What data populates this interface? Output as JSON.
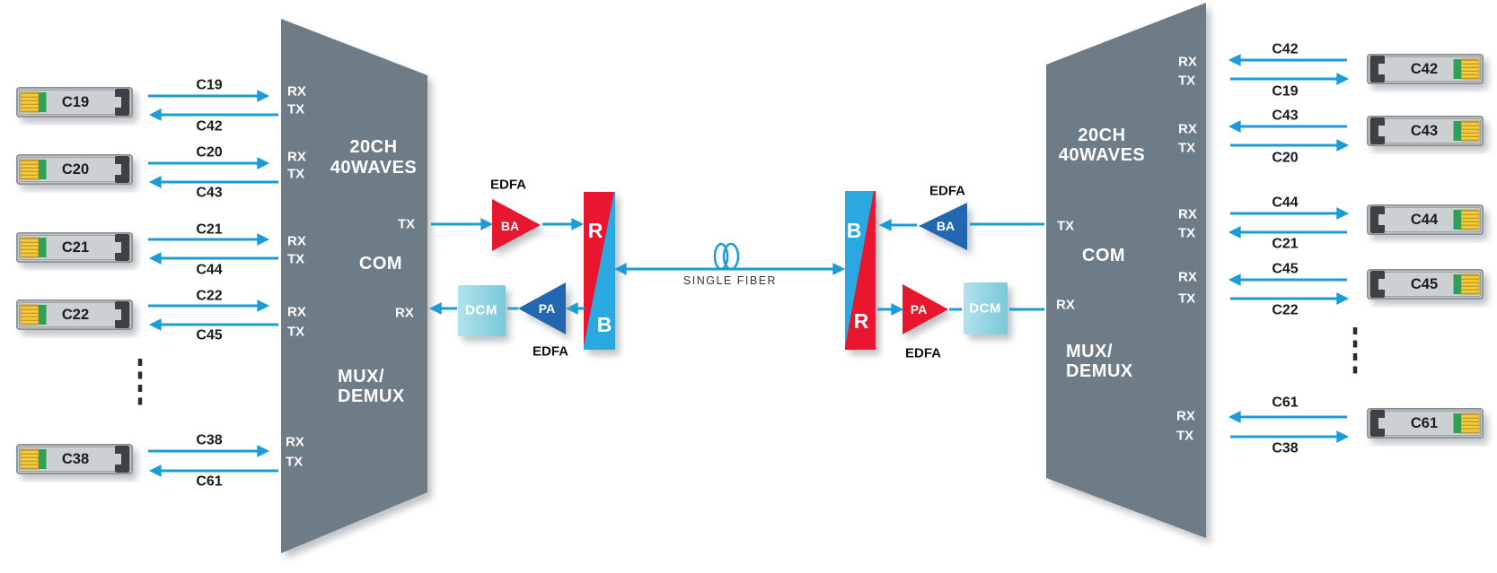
{
  "mux": {
    "capacity_line1": "20CH",
    "capacity_line2": "40WAVES",
    "com_port": "COM",
    "name_line1": "MUX/",
    "name_line2": "DEMUX"
  },
  "ports": {
    "rx": "RX",
    "tx": "TX"
  },
  "amplifier": {
    "label": "EDFA",
    "booster": "BA",
    "preamp": "PA"
  },
  "dcm_label": "DCM",
  "filter": {
    "red": "R",
    "blue": "B"
  },
  "fiber_label": "SINGLE FIBER",
  "left_transceivers": [
    "C19",
    "C20",
    "C21",
    "C22",
    "C38"
  ],
  "right_transceivers": [
    "C42",
    "C43",
    "C44",
    "C45",
    "C61"
  ],
  "left_links": [
    {
      "top": "C19",
      "bottom": "C42"
    },
    {
      "top": "C20",
      "bottom": "C43"
    },
    {
      "top": "C21",
      "bottom": "C44"
    },
    {
      "top": "C22",
      "bottom": "C45"
    },
    {
      "top": "C38",
      "bottom": "C61"
    }
  ],
  "right_links": [
    {
      "top": "C42",
      "bottom": "C19"
    },
    {
      "top": "C43",
      "bottom": "C20"
    },
    {
      "top": "C44",
      "bottom": "C21"
    },
    {
      "top": "C45",
      "bottom": "C22"
    },
    {
      "top": "C61",
      "bottom": "C38"
    }
  ],
  "colors": {
    "arrow_blue": "#1b9cd8",
    "red": "#e8142d",
    "light_blue": "#29a9e1",
    "dark_blue": "#2267b0",
    "slate_gray": "#6e7c87",
    "dcm_teal": "#8ed2de"
  }
}
